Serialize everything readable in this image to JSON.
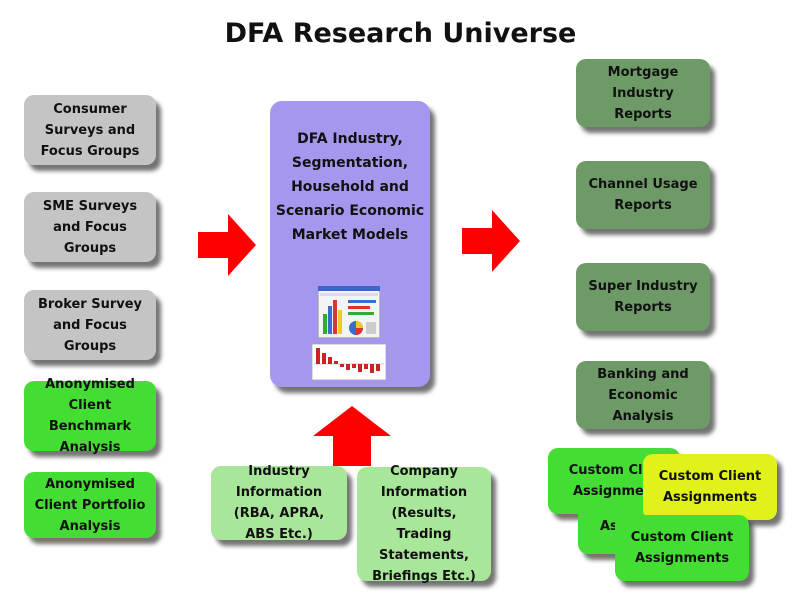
{
  "title": "DFA Research Universe",
  "center": {
    "label": "DFA Industry, Segmentation, Household and Scenario Economic Market Models"
  },
  "inputs_left": [
    "Consumer Surveys and Focus Groups",
    "SME Surveys and Focus Groups",
    "Broker Survey and Focus Groups",
    "Anonymised Client Benchmark Analysis",
    "Anonymised Client Portfolio Analysis"
  ],
  "inputs_bottom": [
    "Industry Information (RBA, APRA, ABS Etc.)",
    "Company Information (Results, Trading Statements, Briefings Etc.)"
  ],
  "outputs_right": [
    "Mortgage Industry Reports",
    "Channel Usage Reports",
    "Super Industry Reports",
    "Banking and Economic Analysis"
  ],
  "custom": {
    "back": "Custom Client Assignments",
    "middle_partial": "As",
    "yellow": "Custom Client Assignments",
    "front": "Custom Client Assignments"
  },
  "colors": {
    "grey_box": "#c4c4c4",
    "bright_green_box": "#44dd33",
    "olive_green_box": "#6e9a68",
    "pale_green_box": "#a8e69a",
    "yellow_box": "#e0f21a",
    "center_box": "#a697ee",
    "arrow": "#ff0000"
  }
}
